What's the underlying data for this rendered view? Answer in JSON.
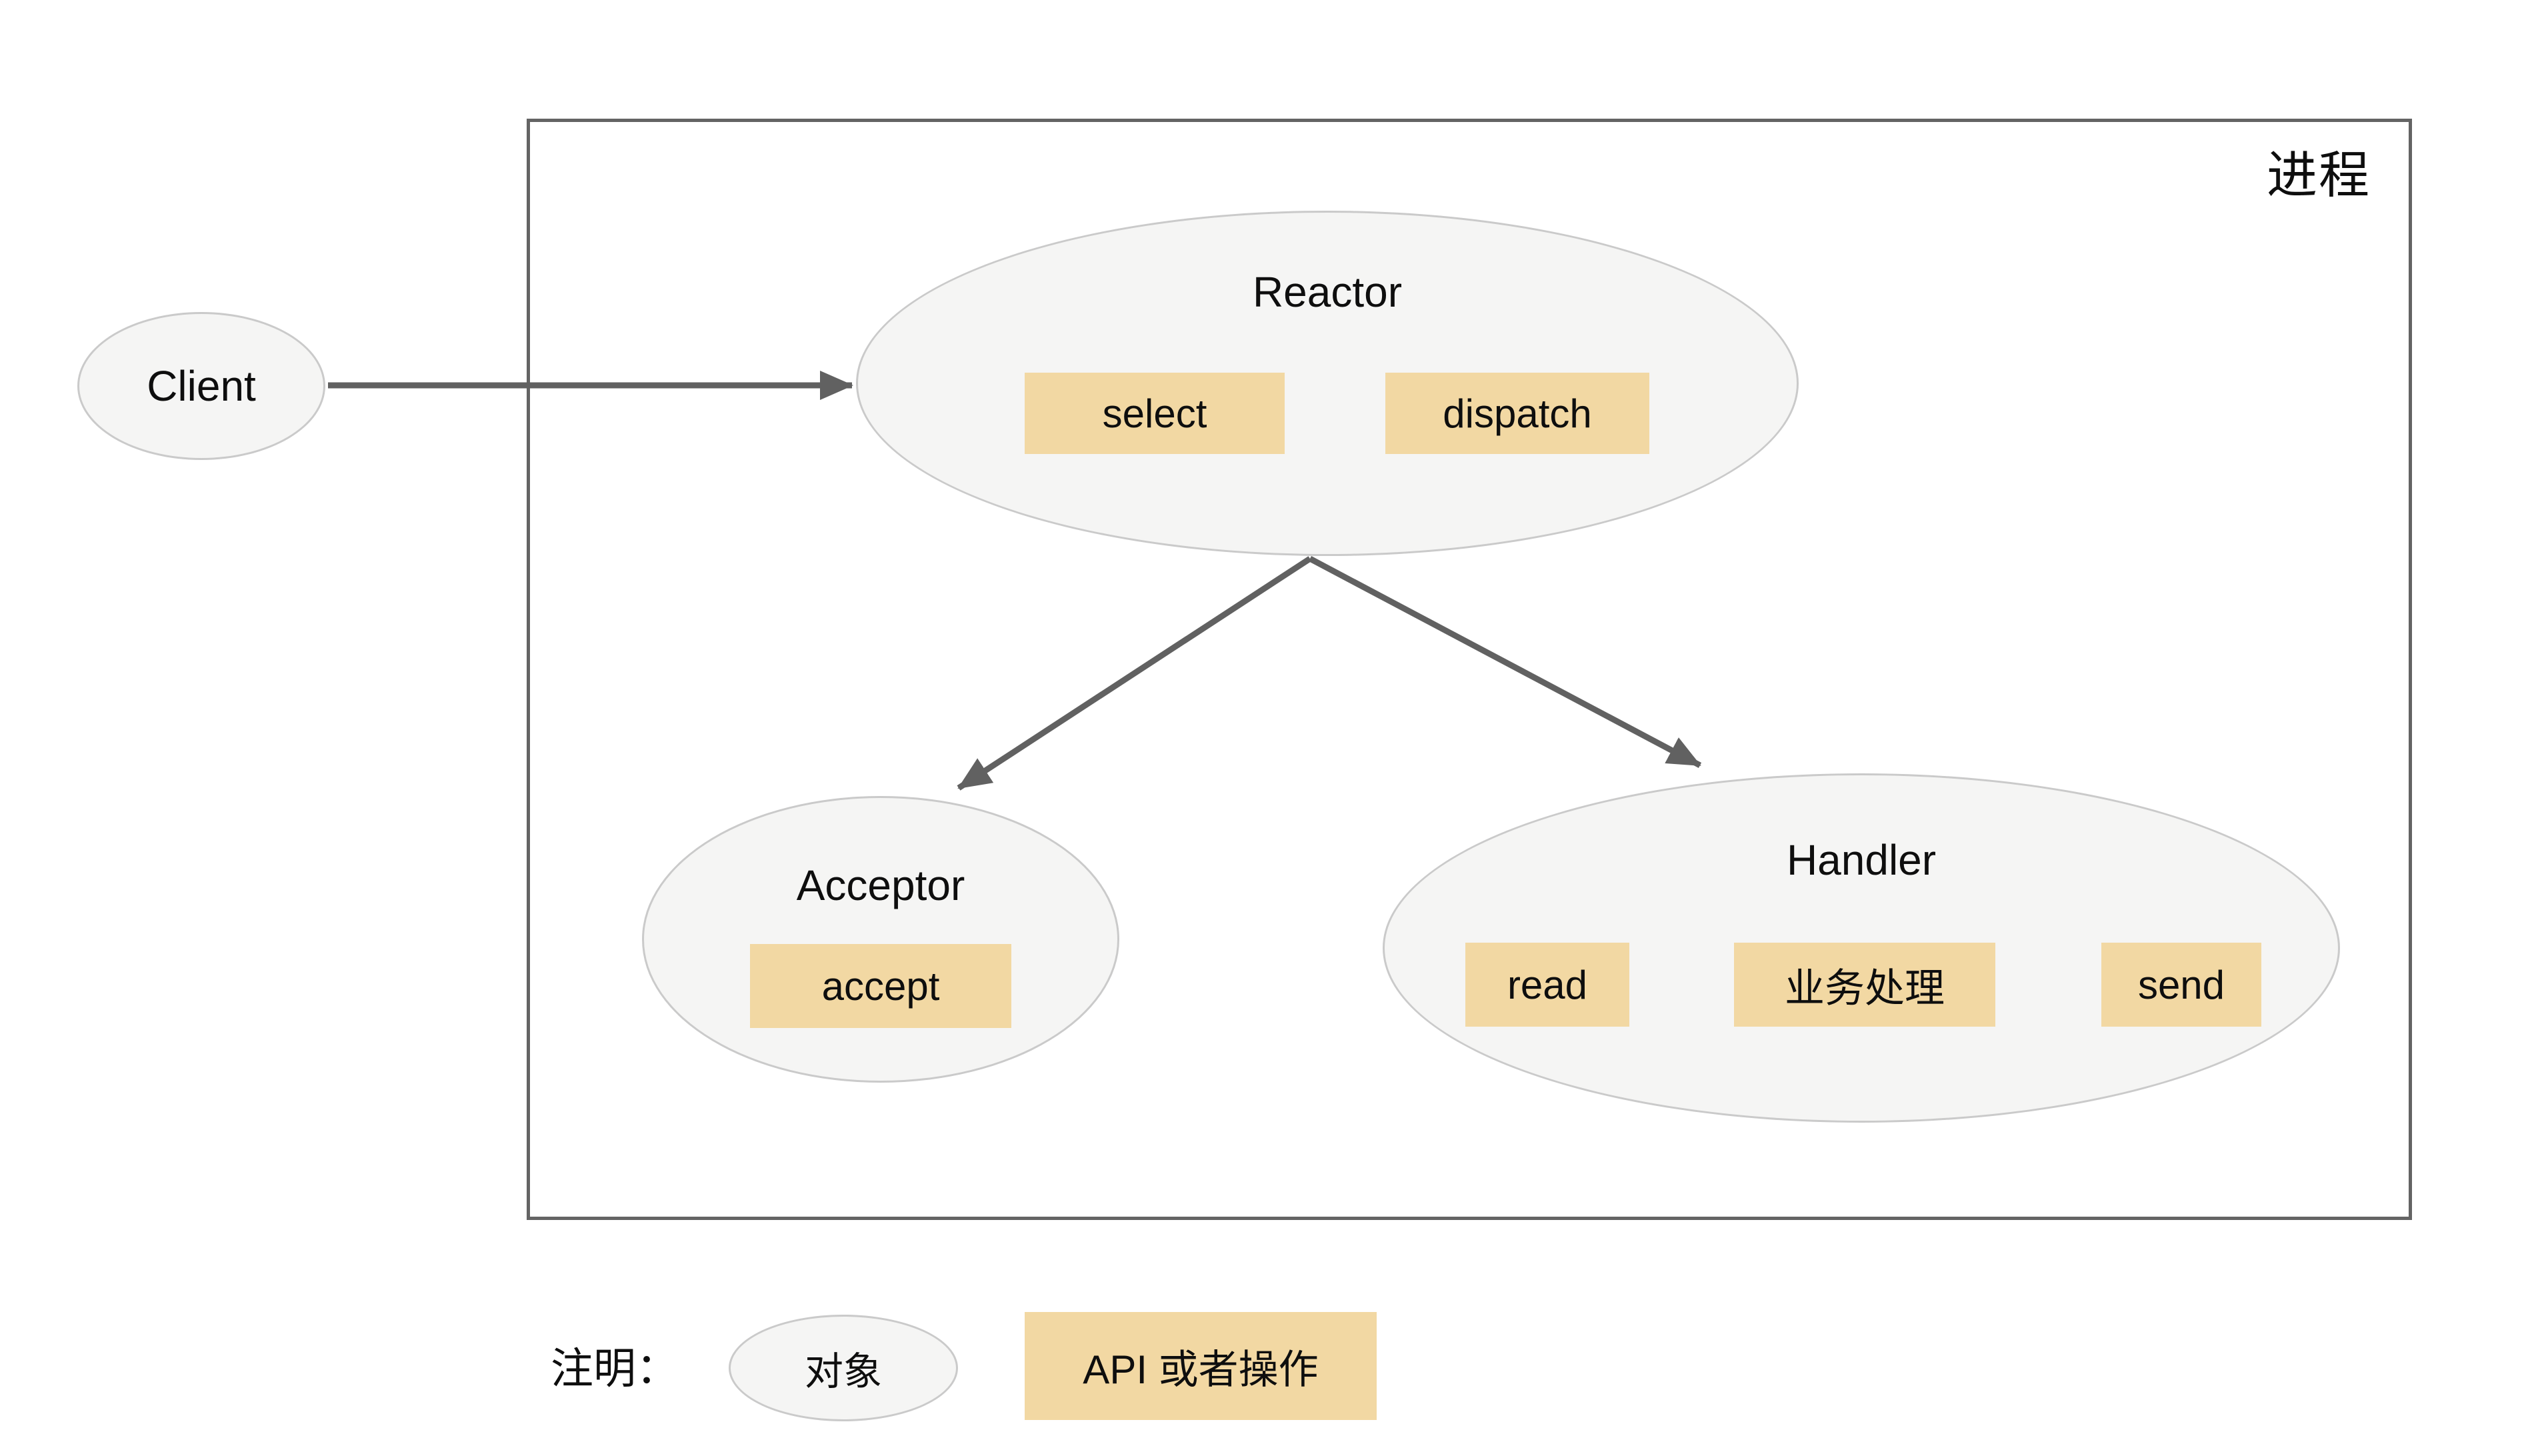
{
  "process": {
    "label": "进程"
  },
  "client": {
    "label": "Client"
  },
  "reactor": {
    "title": "Reactor",
    "select_op": "select",
    "dispatch_op": "dispatch"
  },
  "acceptor": {
    "title": "Acceptor",
    "accept_op": "accept"
  },
  "handler": {
    "title": "Handler",
    "read_op": "read",
    "process_op": "业务处理",
    "send_op": "send"
  },
  "legend": {
    "caption": "注明：",
    "object_label": "对象",
    "api_label": "API 或者操作"
  },
  "colors": {
    "op_fill": "#F2D8A3",
    "node_fill": "#F5F5F4",
    "node_border": "#CACACA",
    "line": "#616161",
    "ink": "#0E0E0E"
  }
}
